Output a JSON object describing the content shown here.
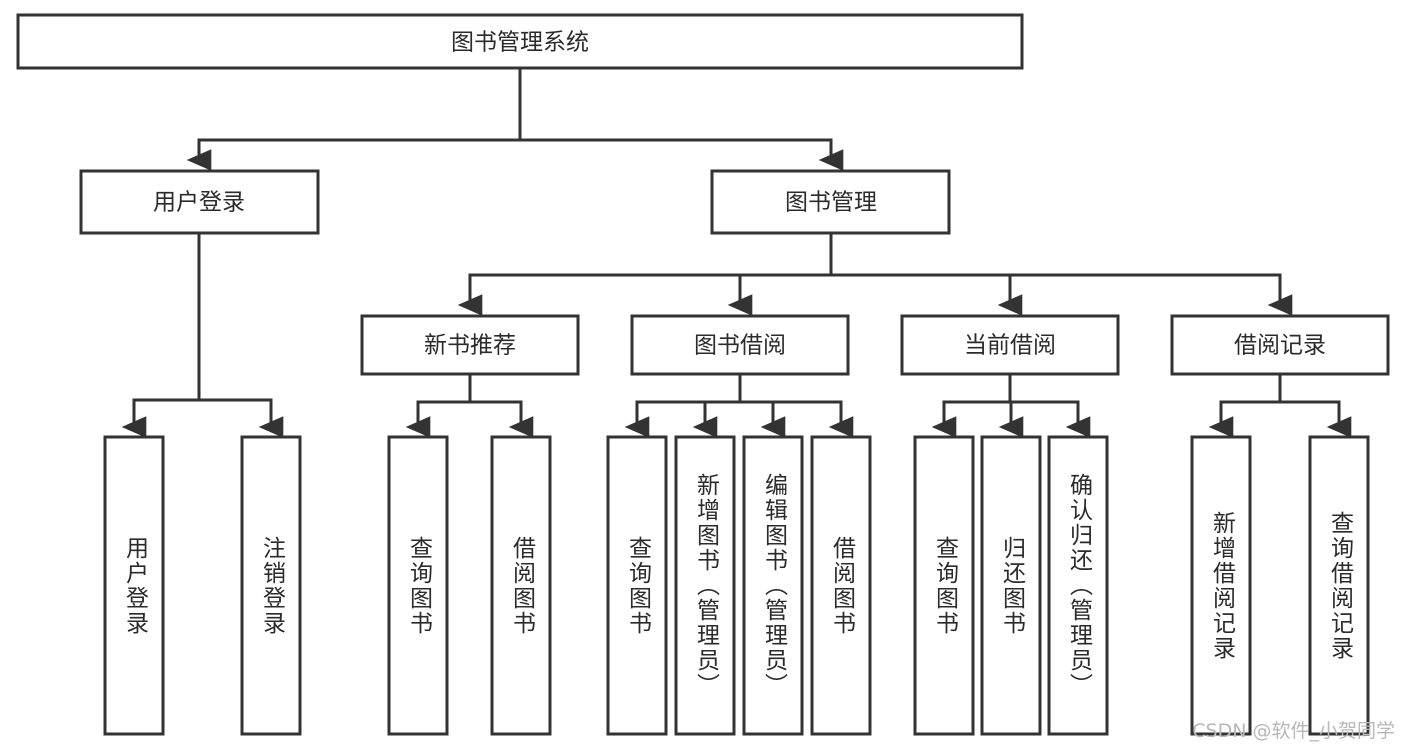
{
  "diagram": {
    "type": "tree",
    "title": "图书管理系统",
    "orientation": "top-down",
    "colors": {
      "box_fill": "#ffffff",
      "box_stroke": "#333333",
      "text": "#2b2b2b",
      "watermark": "#b8b8b8",
      "background": "#ffffff"
    },
    "root": {
      "label": "图书管理系统"
    },
    "level2": [
      {
        "label": "用户登录"
      },
      {
        "label": "图书管理"
      }
    ],
    "level3": [
      {
        "label": "新书推荐"
      },
      {
        "label": "图书借阅"
      },
      {
        "label": "当前借阅"
      },
      {
        "label": "借阅记录"
      }
    ],
    "leaves": {
      "user_login": [
        {
          "label": "用户登录"
        },
        {
          "label": "注销登录"
        }
      ],
      "new_book_recommend": [
        {
          "label": "查询图书"
        },
        {
          "label": "借阅图书"
        }
      ],
      "book_borrow": [
        {
          "label": "查询图书"
        },
        {
          "label": "新增图书（管理员）"
        },
        {
          "label": "编辑图书（管理员）"
        },
        {
          "label": "借阅图书"
        }
      ],
      "current_borrow": [
        {
          "label": "查询图书"
        },
        {
          "label": "归还图书"
        },
        {
          "label": "确认归还（管理员）"
        }
      ],
      "borrow_record": [
        {
          "label": "新增借阅记录"
        },
        {
          "label": "查询借阅记录"
        }
      ]
    }
  },
  "watermark": {
    "text": "CSDN @软件_小贺同学"
  }
}
